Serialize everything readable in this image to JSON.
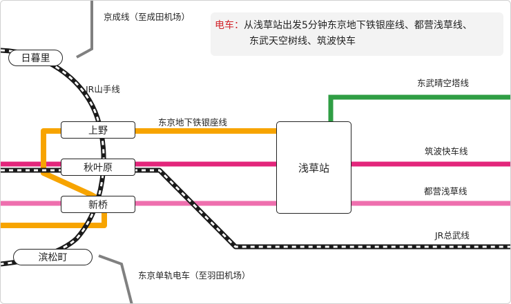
{
  "note": {
    "key": "电车：",
    "line1": "从浅草站出发5分钟东京地下铁银座线、都营浅草线、",
    "line2": "东武天空树线、筑波快车"
  },
  "hub": {
    "name": "浅草站"
  },
  "stations": {
    "nippori": "日暮里",
    "ueno": "上野",
    "akihabara": "秋叶原",
    "shimbashi": "新桥",
    "hamamatsucho": "滨松町"
  },
  "lines": {
    "keisei": "京成线（至成田机场）",
    "jr_yamanote": "JR山手线",
    "ginza": "东京地下铁银座线",
    "tobu_skytree": "东武晴空塔线",
    "tsukuba": "筑波快车线",
    "toei_asakusa": "都营浅草线",
    "jr_sobu": "JR总武线",
    "monorail": "东京单轨电车（至羽田机场）"
  },
  "colors": {
    "ginza": "#f7a400",
    "tobu": "#2f9e44",
    "tsukuba": "#e3267b",
    "toei_asakusa": "#ee6fae",
    "grey_line": "#808080",
    "jr_black": "#1a1a1a",
    "note_key": "#d2232a"
  }
}
